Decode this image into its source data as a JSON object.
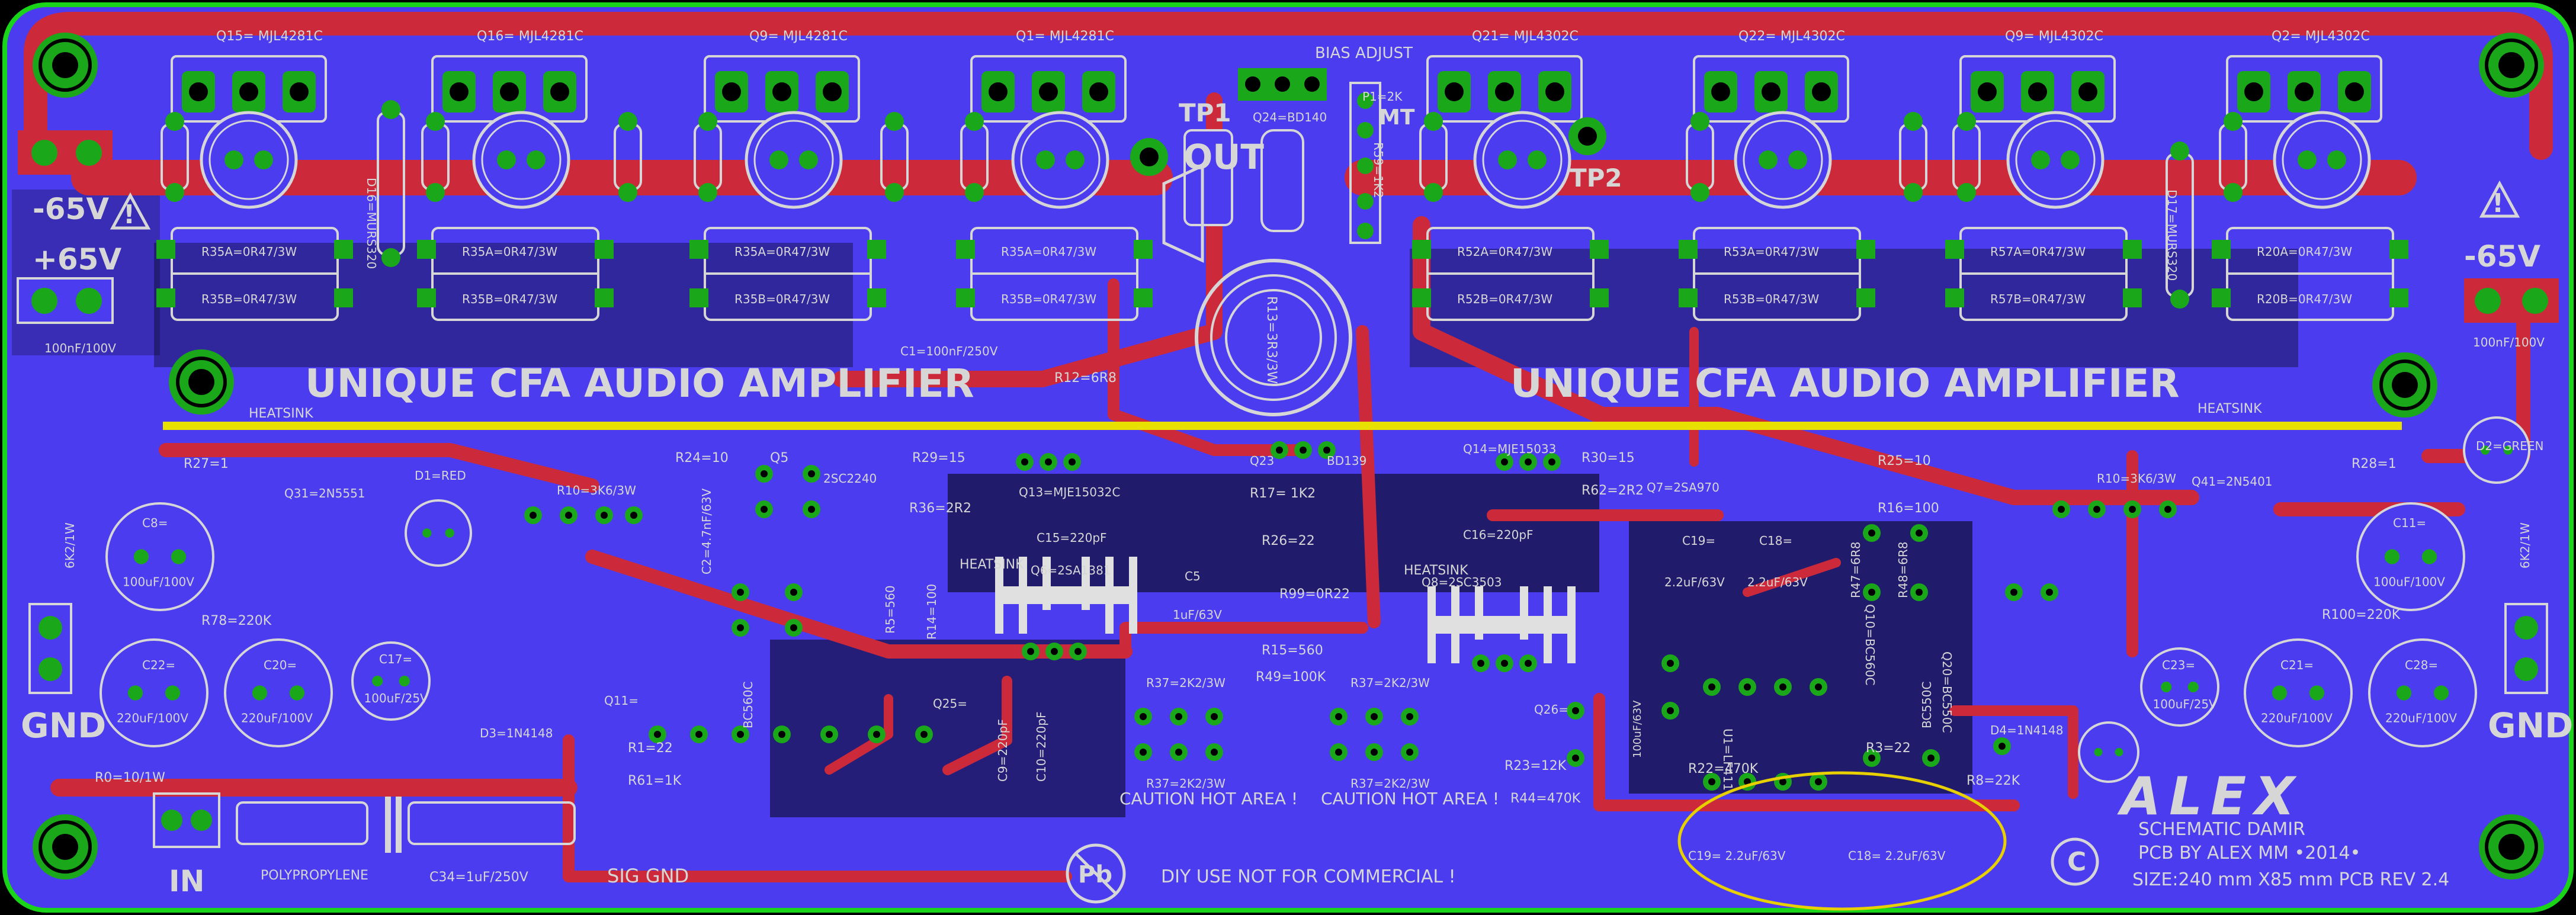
{
  "board": {
    "title_left": "UNIQUE CFA AUDIO AMPLIFIER",
    "title_right": "UNIQUE CFA AUDIO AMPLIFIER",
    "heatsink_label": "HEATSINK",
    "bias_adjust": "BIAS ADJUST",
    "out_label": "OUT",
    "tp1": "TP1",
    "tp2": "TP2",
    "mt": "MT",
    "caution_1": "CAUTION HOT AREA !",
    "caution_2": "CAUTION HOT AREA !",
    "diy_note": "DIY USE NOT FOR COMMERCIAL !",
    "polypropylene": "POLYPROPYLENE",
    "c34": "C34=1uF/250V",
    "sig_gnd": "SIG GND",
    "in_label": "IN",
    "brand_logo": "ALEX",
    "schematic_credit": "SCHEMATIC DAMIR",
    "pcb_credit": "PCB BY ALEX MM •2014•",
    "size_line": "SIZE:240 mm X85 mm  PCB REV 2.4",
    "copyright_symbol": "C",
    "pb_symbol": "Pb",
    "neg65_left": "-65V",
    "pos65_left": "+65V",
    "neg65_right": "-65V",
    "gnd_left": "GND",
    "gnd_right": "GND",
    "warning_symbol": "!",
    "colors": {
      "background": "#000000",
      "board_outline": "#19d419",
      "copper_bottom": "#4b3cf0",
      "copper_top": "#cc2a3a",
      "pad": "#1aa81a",
      "silkscreen": "#d6d6d6",
      "heatsink_line": "#e8e000",
      "highlight_ellipse": "#e8d000"
    },
    "transistors_top_left": [
      "Q15= MJL4281C",
      "Q16= MJL4281C",
      "Q9= MJL4281C",
      "Q1= MJL4281C"
    ],
    "transistors_top_right": [
      "Q21= MJL4302C",
      "Q22= MJL4302C",
      "Q9= MJL4302C",
      "Q2= MJL4302C"
    ],
    "resistor_pairs_left": [
      [
        "R35A=0R47/3W",
        "R35B=0R47/3W"
      ],
      [
        "R35A=0R47/3W",
        "R35B=0R47/3W"
      ],
      [
        "R35A=0R47/3W",
        "R35B=0R47/3W"
      ],
      [
        "R35A=0R47/3W",
        "R35B=0R47/3W"
      ]
    ],
    "resistor_pairs_right": [
      [
        "R52A=0R47/3W",
        "R52B=0R47/3W"
      ],
      [
        "R53A=0R47/3W",
        "R53B=0R47/3W"
      ],
      [
        "R57A=0R47/3W",
        "R57B=0R47/3W"
      ],
      [
        "R20A=0R47/3W",
        "R20B=0R47/3W"
      ]
    ],
    "parts": {
      "q24": "Q24=BD140",
      "p1": "P1=2K",
      "r59": "R59=1K2",
      "r13": "R13=3R3/3W",
      "r12": "R12=6R8",
      "c1": "C1=100nF/250V",
      "d16": "D16=MURS320",
      "d17": "D17=MURS320",
      "r27": "R27=1",
      "r28": "R28=1",
      "q31": "Q31=2N5551",
      "q41": "Q41=2N5401",
      "d1": "D1=RED",
      "d2": "D2=GREEN",
      "r10_left": "R10=3K6/3W",
      "r10_right": "R10=3K6/3W",
      "r24": "R24=10",
      "q5": "Q5",
      "c2sc2240": "2SC2240",
      "r29": "R29=15",
      "r36": "R36=2R2",
      "q13": "Q13=MJE15032C",
      "c15": "C15=220pF",
      "q23": "Q23",
      "bd139": "BD139",
      "r17": "R17= 1K2",
      "r26": "R26=22",
      "r99": "R99=0R22",
      "c5": "C5",
      "c5v": "1uF/63V",
      "q14": "Q14=MJE15033",
      "c16": "C16=220pF",
      "r30": "R30=15",
      "r62": "R62=2R2",
      "q7": "Q7=2SA970",
      "r25": "R25=10",
      "r16": "R16=100",
      "q6": "Q6=2SA1381",
      "q8": "Q8=2SC3503",
      "r15": "R15=560",
      "r49": "R49=100K",
      "r37a": "R37=2K2/3W",
      "r37b": "R37=2K2/3W",
      "r37c": "R37=2K2/3W",
      "r37d": "R37=2K2/3W",
      "c19": "C19=",
      "c19v": "2.2uF/63V",
      "c18": "C18=",
      "c18v": "2.2uF/63V",
      "c19b": "C19=  2.2uF/63V",
      "c18b": "C18=  2.2uF/63V",
      "u1": "U1=LF411",
      "r22": "R22=470K",
      "r23": "R23=12K",
      "r44": "R44=470K",
      "r3": "R3=22",
      "r8": "R8=22K",
      "d4": "D4=1N4148",
      "d3": "D3=1N4148",
      "r0": "R0=10/1W",
      "r122": "R1=22",
      "r61": "R61=1K",
      "c8": "C8=",
      "c8v": "100uF/100V",
      "c11": "C11=",
      "c11v": "100uF/100V",
      "c22": "C22=",
      "c22v": "220uF/100V",
      "c20": "C20=",
      "c20v": "220uF/100V",
      "c17": "C17=",
      "c17v": "100uF/25V",
      "c21": "C21=",
      "c21v": "220uF/100V",
      "c28": "C28=",
      "c28v": "220uF/100V",
      "c23": "C23=",
      "c23v": "100uF/25V",
      "c24v": "100uF/63V",
      "r78": "R78=220K",
      "r100": "R100=220K",
      "heat_100nf_l": "100nF/100V",
      "heat_100nf_r": "100nF/100V",
      "r6k2_l": "6K2/1W",
      "r6k2_r": "6K2/1W",
      "bc560c": "BC560C",
      "bc550c": "BC550C",
      "q25": "Q25=",
      "q26": "Q26=",
      "q11": "Q11=",
      "q10": "Q10=BC560C",
      "q20": "Q20=BC550C",
      "c2nf": "C2=4.7nF/63V",
      "c10pf": "C10=220pF",
      "c9pf": "C9=220pF",
      "r48": "R48=6R8",
      "r47": "R47=6R8",
      "r5": "R5=560",
      "r14": "R14=100"
    }
  }
}
